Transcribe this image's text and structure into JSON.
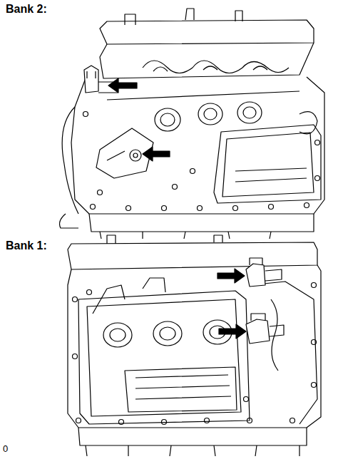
{
  "diagram": {
    "labels": [
      "Bank 2:",
      "Bank 1:",
      "0"
    ]
  }
}
